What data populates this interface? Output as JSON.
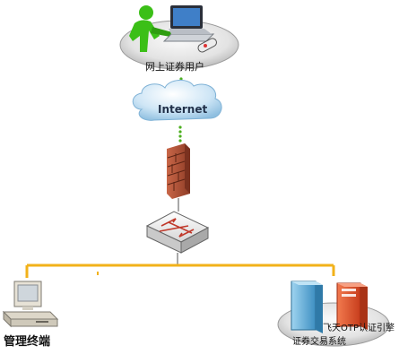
{
  "nodes": {
    "user": {
      "label": "网上证券用户"
    },
    "internet": {
      "label": "Internet"
    },
    "terminal": {
      "label": "管理终端"
    },
    "otp_engine": {
      "label": "飞天OTP认证引擎"
    },
    "trade_system": {
      "label": "证券交易系统"
    }
  },
  "colors": {
    "bus": "#f2b21a",
    "link_dots": "#4caf1e",
    "firewall": "#b6553a",
    "switch": "#e8e8e8",
    "server_blue": "#5aaed8",
    "server_red": "#e0542e",
    "person": "#3bbf17"
  },
  "icons": [
    "person-icon",
    "laptop-icon",
    "mouse-icon",
    "cloud-icon",
    "firewall-icon",
    "switch-icon",
    "computer-icon",
    "server-icon"
  ]
}
